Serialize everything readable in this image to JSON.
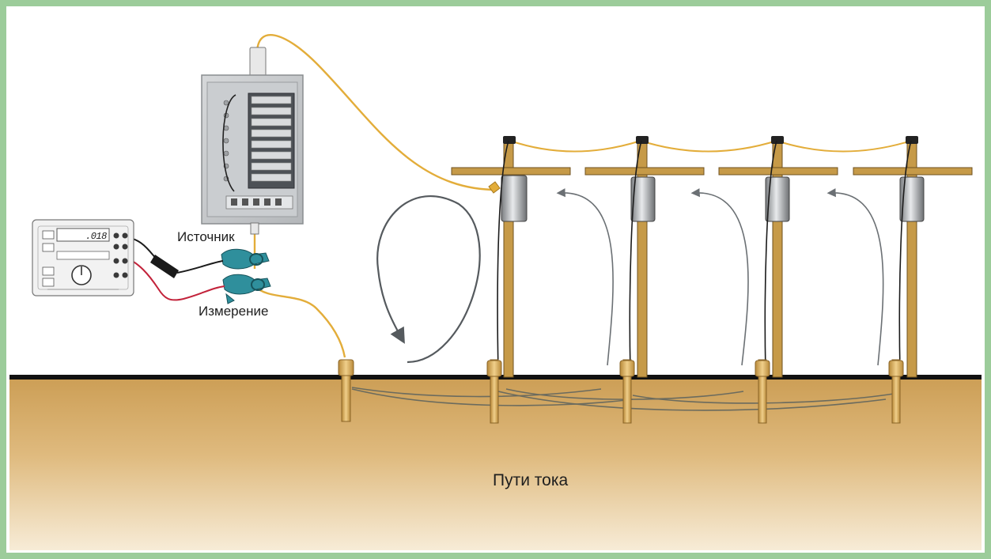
{
  "labels": {
    "source": "Источник",
    "measurement": "Измерение",
    "current_paths": "Пути тока"
  },
  "meter": {
    "readout": ".018"
  },
  "colors": {
    "frame": "#9ccc9a",
    "ground_top": "#cc9e55",
    "ground_bottom": "#f6e7cc",
    "wire_yellow": "#e3ad3a",
    "wire_red": "#c2223a",
    "pole_wood": "#c69a48",
    "clamp_teal": "#2f8f9c",
    "current_arrow": "#555a5e"
  }
}
